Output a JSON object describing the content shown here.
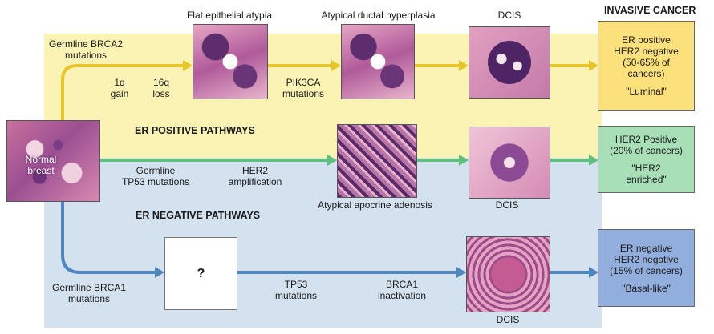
{
  "colors": {
    "er_positive_band": "#fbf3b4",
    "er_negative_band": "#d4e1ef",
    "luminal_box": "#fce07b",
    "her2_box": "#a9dfb7",
    "basal_box": "#92aedd",
    "yellow_arrow": "#e8c52b",
    "green_arrow": "#5fbf7c",
    "blue_arrow": "#4f86bd"
  },
  "headers": {
    "invasive_cancer": "INVASIVE CANCER",
    "er_positive": "ER POSITIVE PATHWAYS",
    "er_negative": "ER NEGATIVE PATHWAYS"
  },
  "stages": {
    "flat_epithelial_atypia": "Flat epithelial atypia",
    "atypical_ductal_hyperplasia": "Atypical ductal hyperplasia",
    "dcis_top": "DCIS",
    "atypical_apocrine_adenosis": "Atypical apocrine adenosis",
    "dcis_middle": "DCIS",
    "dcis_bottom": "DCIS",
    "unknown": "?",
    "normal_breast": [
      "Normal",
      "breast"
    ]
  },
  "events": {
    "germline_brca2": [
      "Germline BRCA2",
      "mutations"
    ],
    "gain_1q": [
      "1q",
      "gain"
    ],
    "loss_16q": [
      "16q",
      "loss"
    ],
    "pik3ca": [
      "PIK3CA",
      "mutations"
    ],
    "germline_tp53": [
      "Germline",
      "TP53 mutations"
    ],
    "her2_amp": [
      "HER2",
      "amplification"
    ],
    "germline_brca1": [
      "Germline BRCA1",
      "mutations"
    ],
    "tp53": [
      "TP53",
      "mutations"
    ],
    "brca1_inact": [
      "BRCA1",
      "inactivation"
    ]
  },
  "outcomes": {
    "luminal": [
      "ER positive",
      "HER2 negative",
      "(50-65% of",
      "cancers)",
      "",
      "\"Luminal\""
    ],
    "her2": [
      "HER2 Positive",
      "(20% of cancers)",
      "",
      "\"HER2",
      "enriched\""
    ],
    "basal": [
      "ER negative",
      "HER2 negative",
      "(15% of cancers)",
      "",
      "\"Basal-like\""
    ]
  }
}
